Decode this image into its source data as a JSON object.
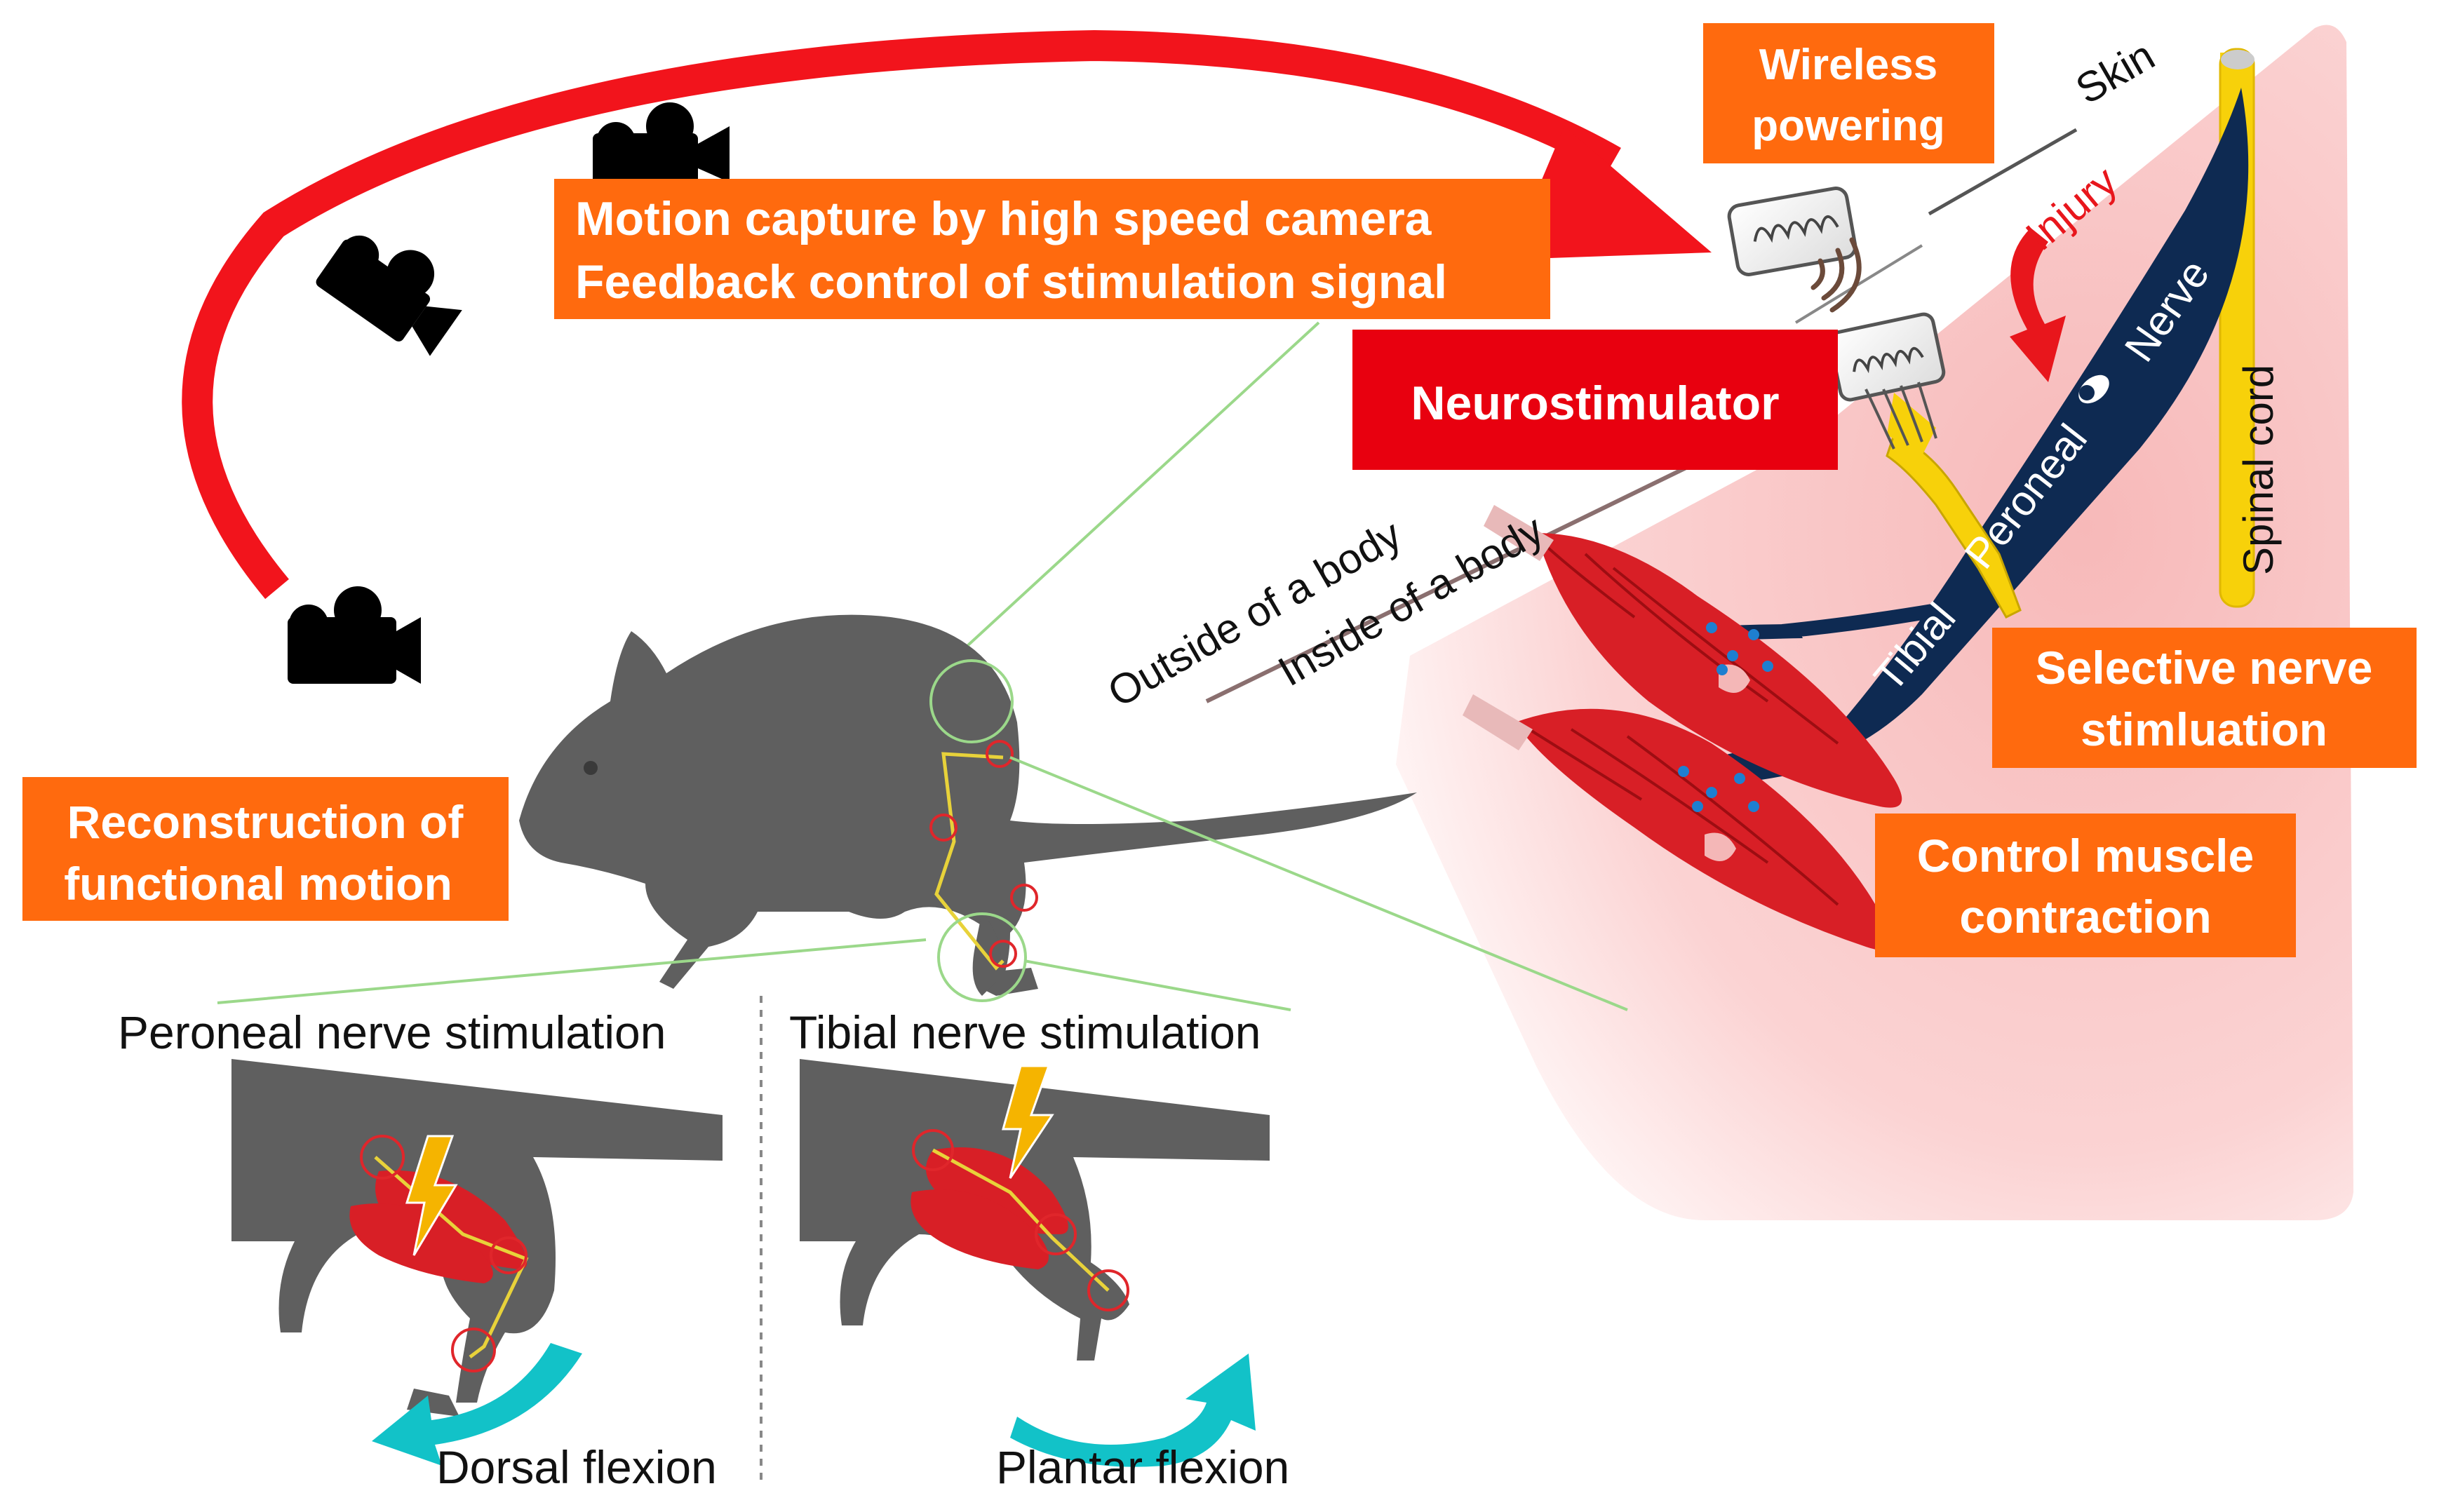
{
  "colors": {
    "orange_box": "#FF6A0E",
    "red_box": "#E8000F",
    "arrow_red": "#F2141C",
    "body_gray": "#5F5F5F",
    "muscle_red": "#D81F26",
    "nerve_navy": "#0E2A52",
    "spinal_yellow": "#F7D10A",
    "skin_pink": "#FBD3D3",
    "teal": "#12C2C8",
    "lightning": "#F5B400",
    "green_line": "#9BD88A"
  },
  "labels": {
    "wireless": [
      "Wireless",
      "powering"
    ],
    "motion": [
      "Motion capture by high speed camera",
      "Feedback control of stimulation signal"
    ],
    "neurostimulator": "Neurostimulator",
    "reconstruction": [
      "Reconstruction of",
      "functional motion"
    ],
    "selective": [
      "Selective nerve",
      "stimluation"
    ],
    "control": [
      "Control muscle",
      "contraction"
    ],
    "skin": "Skin",
    "injury": "Injury",
    "nerve": "Nerve",
    "peroneal": "Peroneal",
    "tibial": "Tibial",
    "spinal_cord": "Spinal cord",
    "outside": "Outside of a body",
    "inside": "Inside of a body",
    "peroneal_stim": "Peroneal nerve stimulation",
    "tibial_stim": "Tibial nerve stimulation",
    "dorsal": "Dorsal flexion",
    "plantar": "Plantar flexion"
  },
  "icons": [
    "video-camera-icon",
    "lightning-icon",
    "wireless-coil-icon",
    "wireless-signal-icon"
  ]
}
